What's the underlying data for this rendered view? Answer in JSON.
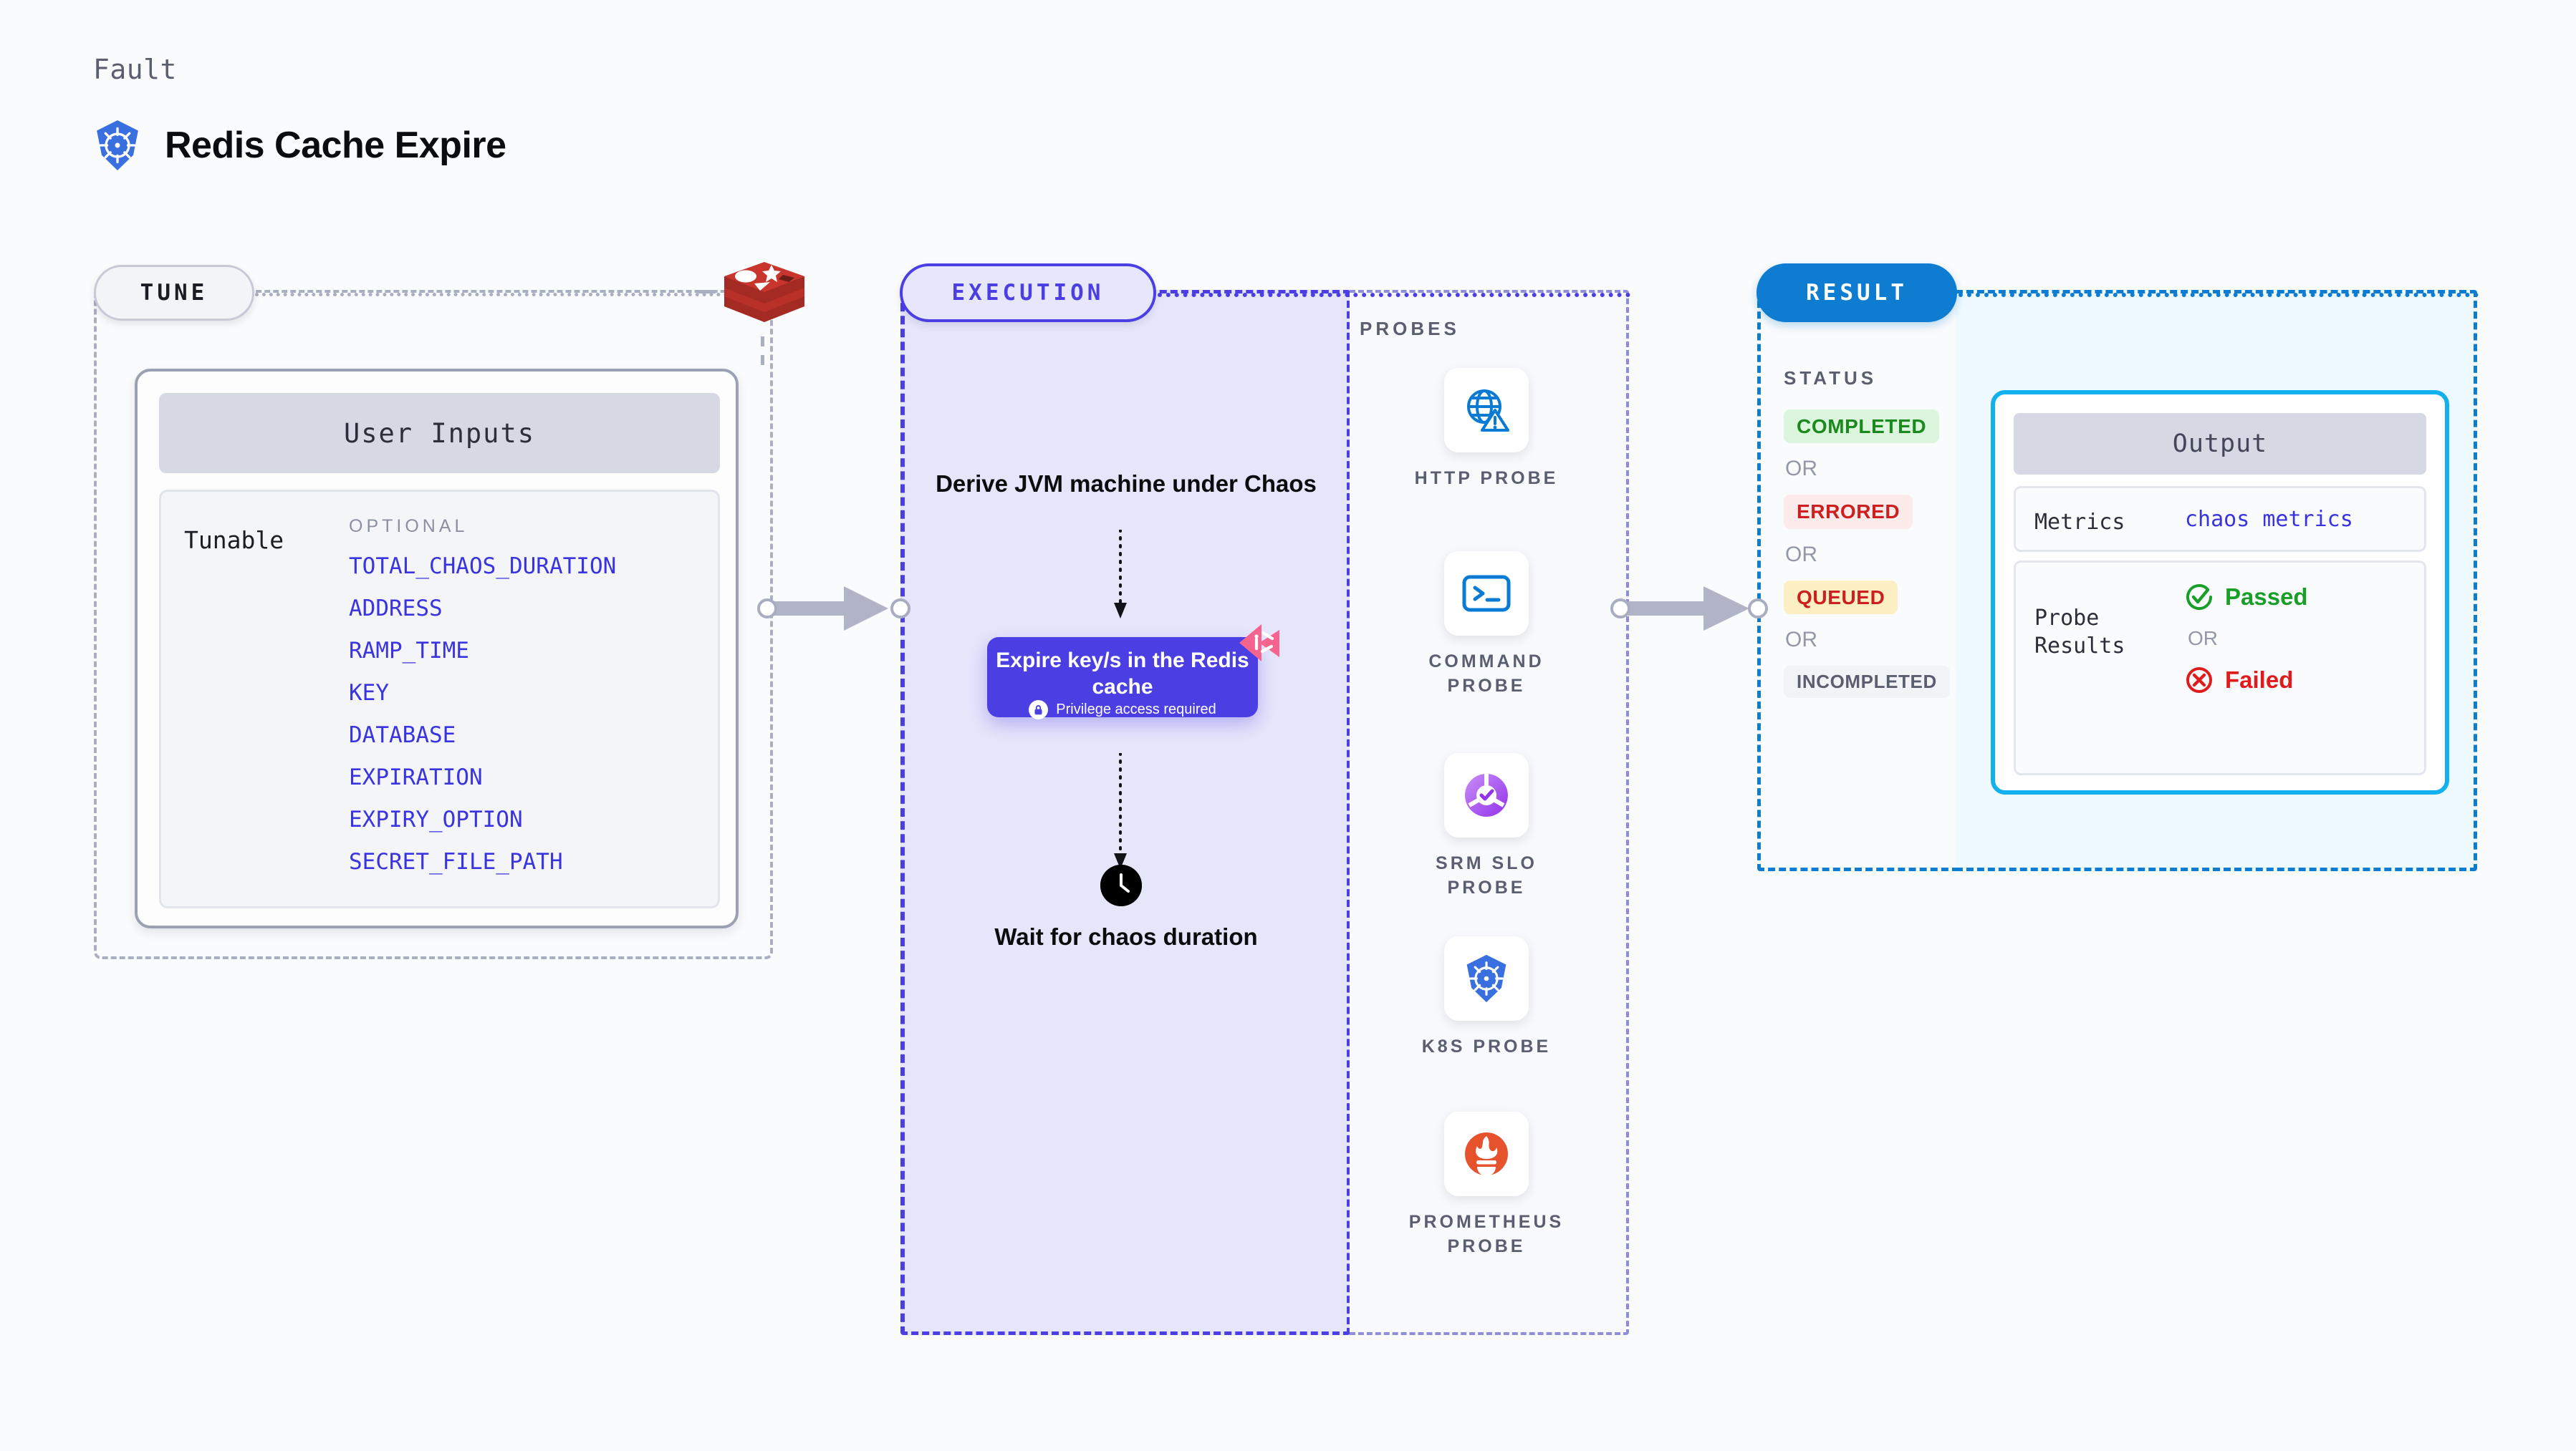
{
  "header": {
    "eyebrow": "Fault",
    "title": "Redis Cache Expire",
    "icon": "kubernetes-icon"
  },
  "colors": {
    "tune_accent": "#a9afc0",
    "execution_accent": "#4b3fe4",
    "result_accent": "#0d7cd1",
    "output_accent": "#12b0ef",
    "variable_link": "#3a33e0",
    "redis_red": "#a32b24",
    "harness_pink": "#f4648f"
  },
  "tune": {
    "pill_label": "TUNE",
    "logo_icon": "redis-logo-icon",
    "card": {
      "header": "User Inputs",
      "row_label": "Tunable",
      "group_label": "OPTIONAL",
      "variables": [
        "TOTAL_CHAOS_DURATION",
        "ADDRESS",
        "RAMP_TIME",
        "KEY",
        "DATABASE",
        "EXPIRATION",
        "EXPIRY_OPTION",
        "SECRET_FILE_PATH"
      ]
    }
  },
  "execution": {
    "pill_label": "EXECUTION",
    "step_1": "Derive JVM machine under Chaos",
    "action_card": {
      "title": "Expire key/s in the Redis cache",
      "badge": "Privilege access required",
      "badge_icon": "lock-icon",
      "corner_icon": "harness-logo-icon"
    },
    "step_2": "Wait for chaos duration",
    "step_2_icon": "clock-icon"
  },
  "probes": {
    "title": "PROBES",
    "items": [
      {
        "label": "HTTP PROBE",
        "icon": "globe-warning-icon"
      },
      {
        "label": "COMMAND PROBE",
        "icon": "terminal-icon"
      },
      {
        "label": "SRM SLO PROBE",
        "icon": "slo-donut-check-icon"
      },
      {
        "label": "K8S PROBE",
        "icon": "kubernetes-icon"
      },
      {
        "label": "PROMETHEUS PROBE",
        "icon": "prometheus-icon"
      }
    ]
  },
  "result": {
    "pill_label": "RESULT",
    "status_title": "STATUS",
    "or_label": "OR",
    "statuses": [
      {
        "label": "COMPLETED",
        "bg": "#dcf5dd",
        "fg": "#1a8a1f"
      },
      {
        "label": "ERRORED",
        "bg": "#fdeaea",
        "fg": "#cc2020"
      },
      {
        "label": "QUEUED",
        "bg": "#fdefc4",
        "fg": "#cc2020"
      },
      {
        "label": "INCOMPLETED",
        "bg": "#f2f3f7",
        "fg": "#5a5f70"
      }
    ]
  },
  "output": {
    "header": "Output",
    "metrics_key": "Metrics",
    "metrics_value": "chaos metrics",
    "probe_results_key": "Probe Results",
    "or_label": "OR",
    "passed_label": "Passed",
    "passed_icon": "check-circle-icon",
    "passed_color": "#1a9e2a",
    "failed_label": "Failed",
    "failed_icon": "x-circle-icon",
    "failed_color": "#e01b1b"
  }
}
